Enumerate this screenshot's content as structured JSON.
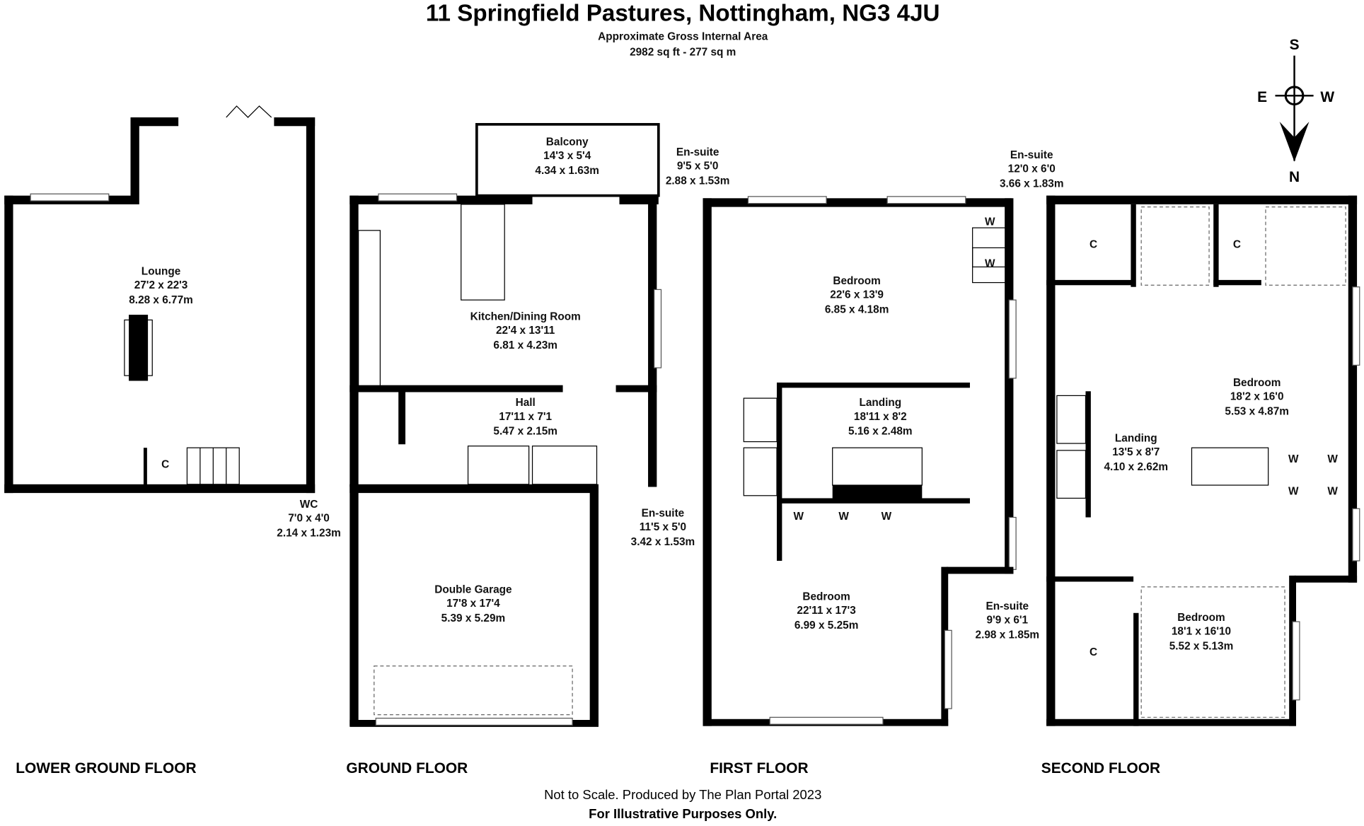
{
  "header": {
    "title": "11 Springfield Pastures, Nottingham, NG3 4JU",
    "area_label": "Approximate Gross Internal Area",
    "area_value": "2982 sq ft - 277 sq m"
  },
  "compass": {
    "n": "N",
    "s": "S",
    "e": "E",
    "w": "W"
  },
  "floors": {
    "lower_ground": {
      "label": "LOWER GROUND FLOOR",
      "rooms": [
        {
          "name": "Lounge",
          "imperial": "27'2 x 22'3",
          "metric": "8.28 x 6.77m"
        }
      ],
      "cupboards": [
        "C"
      ]
    },
    "ground": {
      "label": "GROUND FLOOR",
      "rooms": [
        {
          "name": "Balcony",
          "imperial": "14'3 x 5'4",
          "metric": "4.34 x 1.63m"
        },
        {
          "name": "Kitchen/Dining Room",
          "imperial": "22'4 x 13'11",
          "metric": "6.81 x 4.23m"
        },
        {
          "name": "Hall",
          "imperial": "17'11 x 7'1",
          "metric": "5.47 x 2.15m"
        },
        {
          "name": "WC",
          "imperial": "7'0 x 4'0",
          "metric": "2.14 x 1.23m"
        },
        {
          "name": "Double Garage",
          "imperial": "17'8 x 17'4",
          "metric": "5.39 x 5.29m"
        }
      ]
    },
    "first": {
      "label": "FIRST FLOOR",
      "rooms": [
        {
          "name": "En-suite",
          "imperial": "9'5 x 5'0",
          "metric": "2.88 x 1.53m"
        },
        {
          "name": "Bedroom",
          "imperial": "22'6 x 13'9",
          "metric": "6.85 x 4.18m"
        },
        {
          "name": "Landing",
          "imperial": "18'11 x 8'2",
          "metric": "5.16 x 2.48m"
        },
        {
          "name": "En-suite",
          "imperial": "11'5 x 5'0",
          "metric": "3.42 x 1.53m"
        },
        {
          "name": "Bedroom",
          "imperial": "22'11 x 17'3",
          "metric": "6.99 x 5.25m"
        }
      ],
      "wardrobes": [
        "W",
        "W",
        "W",
        "W",
        "W"
      ]
    },
    "second": {
      "label": "SECOND FLOOR",
      "rooms": [
        {
          "name": "En-suite",
          "imperial": "12'0 x 6'0",
          "metric": "3.66 x 1.83m"
        },
        {
          "name": "Bedroom",
          "imperial": "18'2 x 16'0",
          "metric": "5.53 x 4.87m"
        },
        {
          "name": "Landing",
          "imperial": "13'5 x 8'7",
          "metric": "4.10 x 2.62m"
        },
        {
          "name": "En-suite",
          "imperial": "9'9 x 6'1",
          "metric": "2.98 x 1.85m"
        },
        {
          "name": "Bedroom",
          "imperial": "18'1 x 16'10",
          "metric": "5.52 x 5.13m"
        }
      ],
      "cupboards": [
        "C",
        "C",
        "C"
      ],
      "wardrobes": [
        "W",
        "W",
        "W",
        "W"
      ]
    }
  },
  "footer": {
    "note": "Not to Scale. Produced by The Plan Portal 2023",
    "disclaimer": "For Illustrative Purposes Only."
  }
}
